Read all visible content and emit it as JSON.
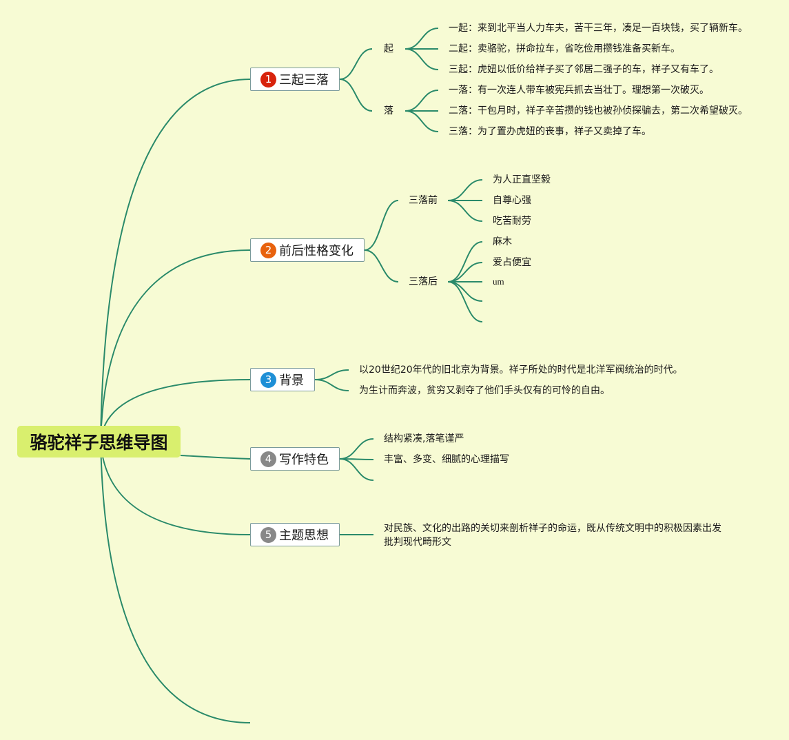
{
  "root": {
    "title": "骆驼祥子思维导图"
  },
  "colors": {
    "background": "#f7fbd4",
    "line": "#2a8a6a",
    "root_fill": "#d9ef6e",
    "topic_border": "#7a9a9a"
  },
  "topics": [
    {
      "number": "1",
      "badge_color": "#d8230c",
      "label": "三起三落",
      "groups": [
        {
          "label": "起",
          "items": [
            "一起：来到北平当人力车夫，苦干三年，凑足一百块钱，买了辆新车。",
            "二起：卖骆驼，拼命拉车，省吃俭用攒钱准备买新车。",
            "三起：虎妞以低价给祥子买了邻居二强子的车，祥子又有车了。"
          ]
        },
        {
          "label": "落",
          "items": [
            "一落：有一次连人带车被宪兵抓去当壮丁。理想第一次破灭。",
            "二落：干包月时，祥子辛苦攒的钱也被孙侦探骗去，第二次希望破灭。",
            "三落：为了置办虎妞的丧事，祥子又卖掉了车。"
          ]
        }
      ]
    },
    {
      "number": "2",
      "badge_color": "#e8620e",
      "label": "前后性格变化",
      "groups": [
        {
          "label": "三落前",
          "items": [
            "为人正直坚毅",
            "自尊心强",
            "吃苦耐劳"
          ]
        },
        {
          "label": "三落后",
          "items": [
            "麻木",
            "爱占便宜",
            "um",
            "",
            ""
          ]
        }
      ]
    },
    {
      "number": "3",
      "badge_color": "#1e8fd6",
      "label": "背景",
      "items": [
        "以20世纪20年代的旧北京为背景。祥子所处的时代是北洋军阀统治的时代。",
        "为生计而奔波，贫穷又剥夺了他们手头仅有的可怜的自由。"
      ]
    },
    {
      "number": "4",
      "badge_color": "#888888",
      "label": "写作特色",
      "items": [
        "结构紧凑,落笔谨严",
        "丰富、多变、细腻的心理描写",
        ""
      ]
    },
    {
      "number": "5",
      "badge_color": "#888888",
      "label": "主题思想",
      "items": [
        "对民族、文化的出路的关切来剖析祥子的命运，既从传统文明中的积极因素出发批判现代畸形文"
      ]
    }
  ]
}
